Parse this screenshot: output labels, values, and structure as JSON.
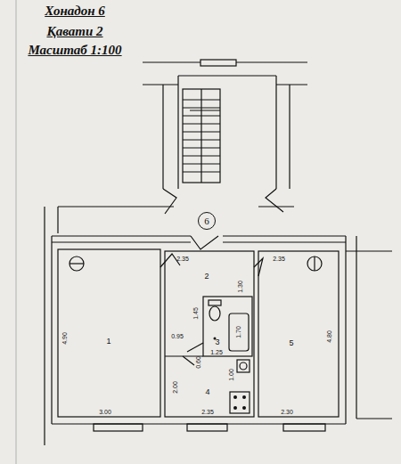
{
  "diagram": {
    "title": "Хонадон 6",
    "nodes": [
      {
        "text": [
          "6"
        ]
      }
    ],
    "labels": [
      "Қавати 2",
      "Масштаб 1:100",
      "2.35",
      "2",
      "1.30",
      "2.35",
      "4.90",
      "1",
      "1.45",
      "1.70",
      "0.95",
      "3",
      "1.25",
      "0.60",
      "1.00",
      "5",
      "4.80",
      "2.00",
      "4",
      "3.00",
      "2.35",
      "2.30"
    ]
  }
}
